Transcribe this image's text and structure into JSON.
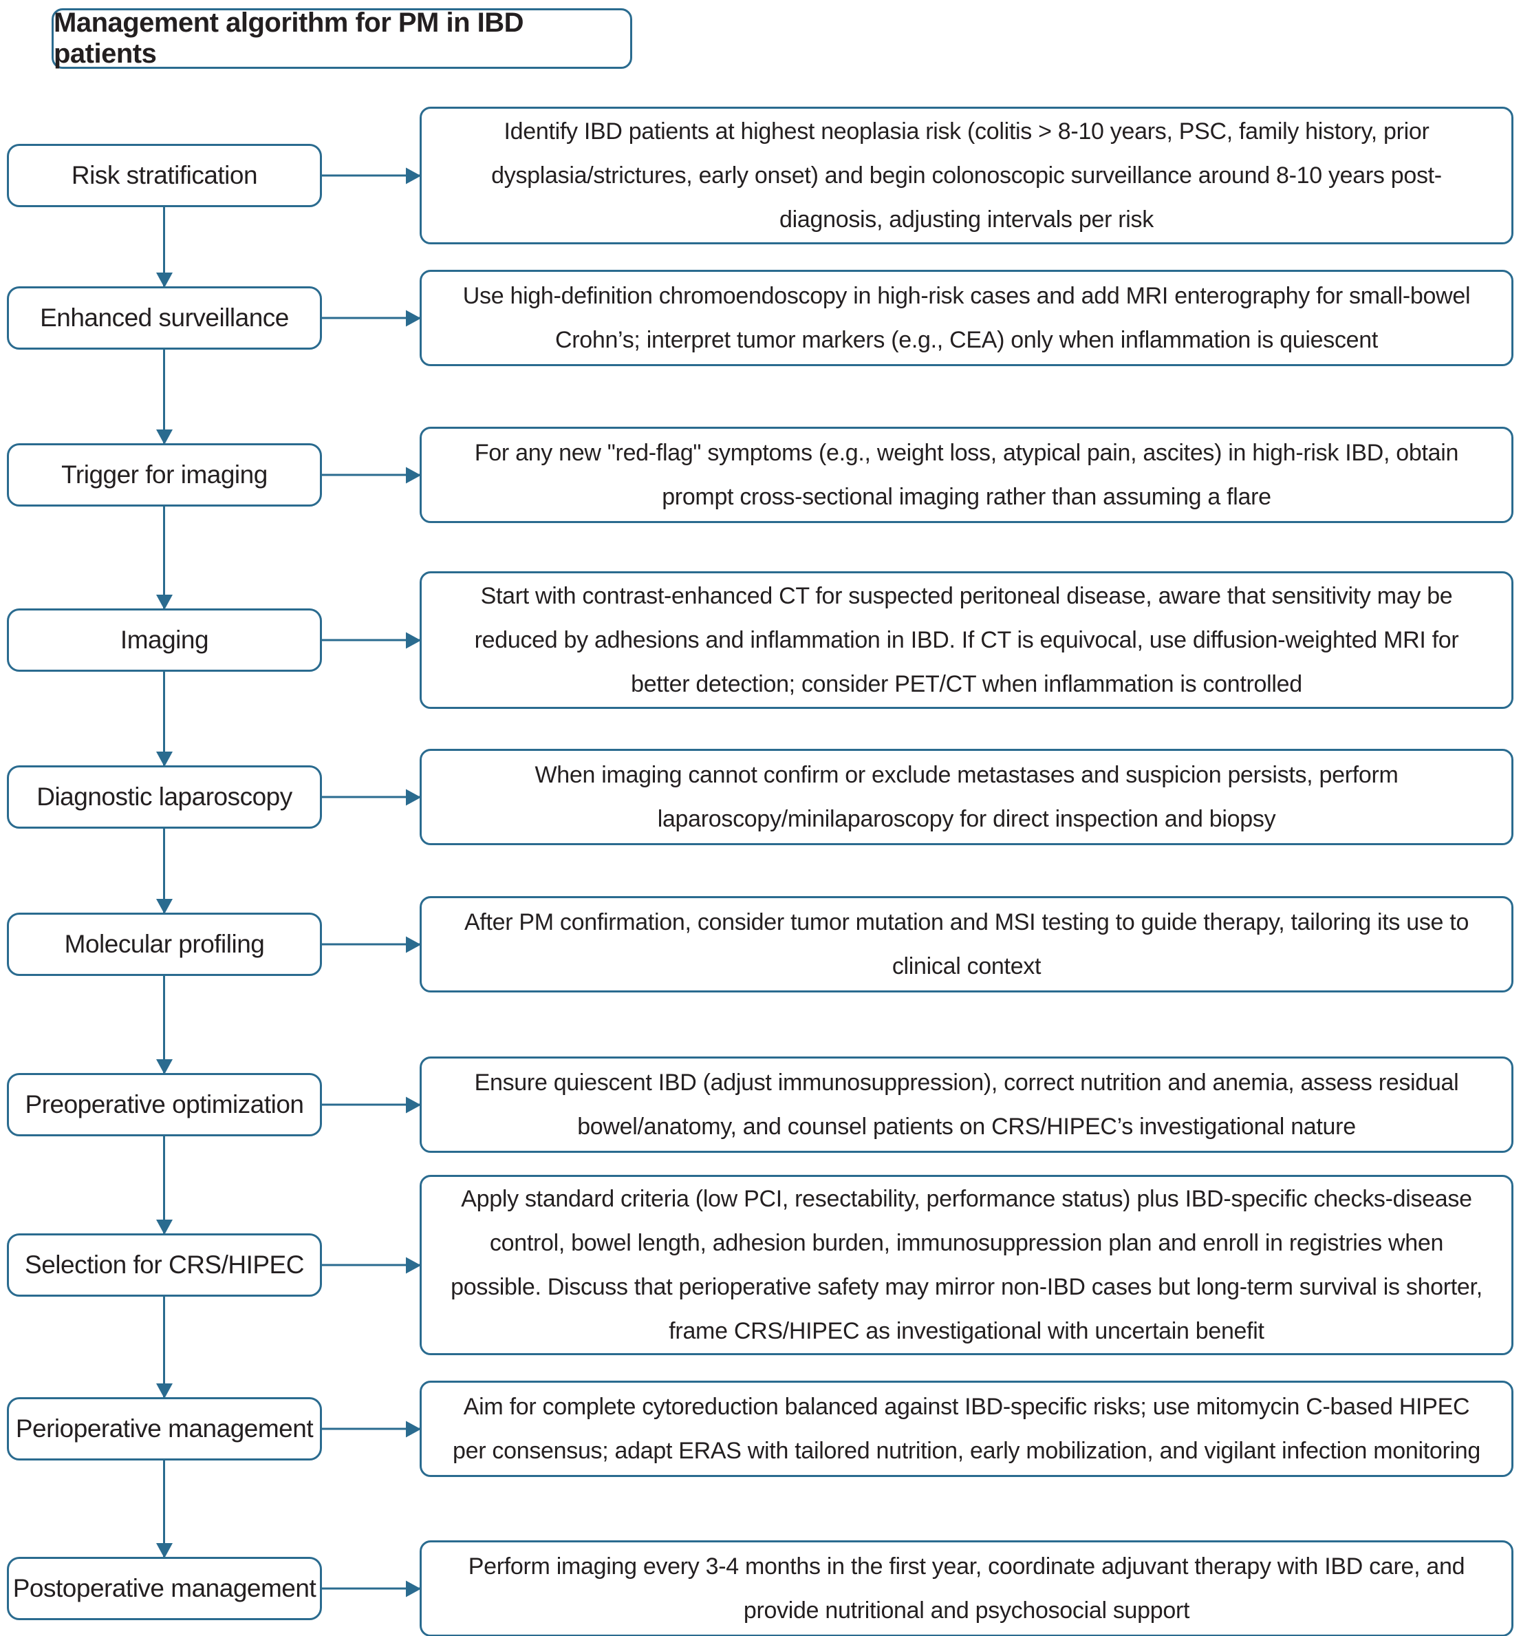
{
  "title": "Management algorithm for PM in IBD patients",
  "colors": {
    "line_and_border": "#2a6b8f",
    "text": "#231f20",
    "background": "#ffffff"
  },
  "rows": [
    {
      "label": "Risk stratification",
      "desc": "Identify IBD patients at highest neoplasia risk (colitis > 8-10 years, PSC, family history, prior dysplasia/strictures, early onset) and begin colonoscopic surveillance around 8-10 years post-diagnosis, adjusting intervals per risk"
    },
    {
      "label": "Enhanced surveillance",
      "desc": "Use high-definition chromoendoscopy in high-risk cases and add MRI enterography for small-bowel Crohn’s; interpret tumor markers (e.g., CEA) only when inflammation is quiescent"
    },
    {
      "label": "Trigger for imaging",
      "desc": "For any new \"red-flag\" symptoms (e.g., weight loss, atypical pain, ascites) in high-risk IBD, obtain prompt cross-sectional imaging rather than assuming a flare"
    },
    {
      "label": "Imaging",
      "desc": "Start with contrast-enhanced CT for suspected peritoneal disease, aware that sensitivity may be reduced by adhesions and inflammation in IBD. If CT is equivocal, use diffusion-weighted MRI for better detection; consider PET/CT when inflammation is controlled"
    },
    {
      "label": "Diagnostic laparoscopy",
      "desc": "When imaging cannot confirm or exclude metastases and suspicion persists, perform laparoscopy/minilaparoscopy for direct inspection and biopsy"
    },
    {
      "label": "Molecular profiling",
      "desc": "After PM confirmation, consider tumor mutation and MSI testing to guide therapy, tailoring its use to clinical context"
    },
    {
      "label": "Preoperative optimization",
      "desc": "Ensure quiescent IBD (adjust immunosuppression), correct nutrition and anemia, assess residual bowel/anatomy, and counsel patients on CRS/HIPEC’s investigational nature"
    },
    {
      "label": "Selection for CRS/HIPEC",
      "desc": "Apply standard criteria (low PCI, resectability, performance status) plus IBD-specific checks-disease control, bowel length, adhesion burden, immunosuppression plan and enroll in registries when possible. Discuss that perioperative safety may mirror non-IBD cases but long-term survival is shorter, frame CRS/HIPEC as investigational with uncertain benefit"
    },
    {
      "label": "Perioperative management",
      "desc": "Aim for complete cytoreduction balanced against IBD-specific risks; use mitomycin C-based HIPEC per consensus; adapt ERAS with tailored nutrition, early mobilization, and vigilant infection monitoring"
    },
    {
      "label": "Postoperative management",
      "desc": "Perform imaging every 3-4 months in the first year, coordinate adjuvant therapy with IBD care, and provide nutritional and psychosocial support"
    }
  ]
}
